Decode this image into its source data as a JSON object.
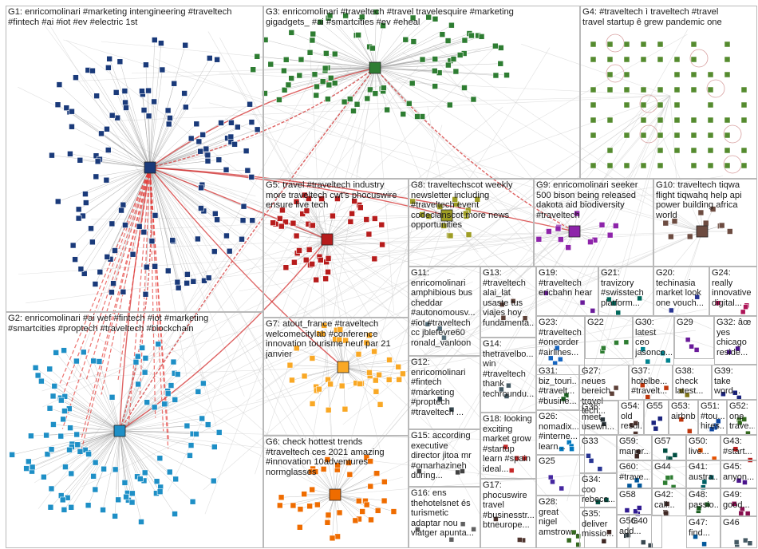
{
  "groups": [
    {
      "id": "g1",
      "label": "G1: enricomolinari #marketing intengineering #traveltech\n#fintech #ai #iot #ev #electric 1st",
      "color": "#1a3a7a"
    },
    {
      "id": "g2",
      "label": "G2: enricomolinari #ai wef #fintech #iot #marketing\n#smartcities #proptech #traveltech #blockchain",
      "color": "#1e8fc6"
    },
    {
      "id": "g3",
      "label": "G3: enricomolinari #traveltech #travel travelesquire #marketing\ngigadgets_ #ai #smartcities #ev #eheal",
      "color": "#2e7d32"
    },
    {
      "id": "g4",
      "label": "G4: #traveltech ì traveltech #travel\ntravel startup ê grew pandemic one",
      "color": "#558b2f"
    },
    {
      "id": "g5",
      "label": "G5: travel #traveltech industry\nmore traveltech cwt's phocuswire\nensure live tech",
      "color": "#b71c1c"
    },
    {
      "id": "g6",
      "label": "G6: check hottest trends\n#traveltech ces 2021 amazing\n#innovation 10adventures\nnormglasses",
      "color": "#ef6c00"
    },
    {
      "id": "g7",
      "label": "G7: atout_france #traveltech\nwelcomecitylab #conference\ninnovation tourisme neuf par 21\njanvier",
      "color": "#f9a825"
    },
    {
      "id": "g8",
      "label": "G8: traveltechscot weekly\nnewsletter including\n#traveltech event\ncodeclanscot more news\nopportunities",
      "color": "#9e9d24"
    },
    {
      "id": "g9",
      "label": "G9: enricomolinari seeker\n500 bison being released\ndakota aid biodiversity\n#traveltech",
      "color": "#8e24aa"
    },
    {
      "id": "g10",
      "label": "G10: traveltech tiqwa\nflight tiqwahq help api\npower building africa\nworld",
      "color": "#6d4c41"
    },
    {
      "id": "g11",
      "label": "G11:\nenricomolinari\namphibious bus\ncheddar\n#autonomousv...\n#iot #traveltech\ncc jblefevre60\nronald_vanloon",
      "color": "#546e7a"
    },
    {
      "id": "g12",
      "label": "G12:\nenricomolinari\n#fintech\n#marketing\n#proptech\n#traveltech ...",
      "color": "#37474f"
    },
    {
      "id": "g13",
      "label": "G13:\n#traveltech\nalai_lat\nusaste tus\nviajes hoy\nfundamenta...",
      "color": "#5d4037"
    },
    {
      "id": "g14",
      "label": "G14:\nthetravelbo...\nwin\n#traveltech\nthank\ntechroundu...",
      "color": "#455a64"
    },
    {
      "id": "g15",
      "label": "G15: according\nexecutive\ndirector jitoa mr\n#omarhazineh\nduring...",
      "color": "#424242"
    },
    {
      "id": "g16",
      "label": "G16: ens\nthehotelsnet és\nturismetic\nadaptar nou\nviatger apunta...",
      "color": "#616161"
    },
    {
      "id": "g17",
      "label": "G17:\nphocuswire\ntravel\n#businesstr...\nbtneurope...",
      "color": "#4e342e"
    },
    {
      "id": "g18",
      "label": "G18: looking\nexciting\nmarket grow\n#startup\nlearn #spain\nideal...",
      "color": "#c62828"
    },
    {
      "id": "g19",
      "label": "G19: #traveltech\nericbahn hear",
      "color": "#6a1b9a"
    },
    {
      "id": "g20",
      "label": "G20:\ntechinasia\nmarket look\none vouch...",
      "color": "#283593"
    },
    {
      "id": "g21",
      "label": "G21:\ntravizory\n#swisstech\nplatform...",
      "color": "#00695c"
    },
    {
      "id": "g22",
      "label": "G22",
      "color": "#2e7d32"
    },
    {
      "id": "g23",
      "label": "G23:\n#traveltech\n#oneorder\n#airlines...",
      "color": "#1565c0"
    },
    {
      "id": "g24",
      "label": "G24:\nreally\ninnovative\ndigital...",
      "color": "#ad1457"
    },
    {
      "id": "g25",
      "label": "G25",
      "color": "#4527a0"
    },
    {
      "id": "g26",
      "label": "G26:\nnomadix...\n#interne...\nlearn...",
      "color": "#0277bd"
    },
    {
      "id": "g27",
      "label": "G27: neues\nbereich\ntravel tech...",
      "color": "#5d4037"
    },
    {
      "id": "g28",
      "label": "G28:\ngreat\nnigel\namstrow...",
      "color": "#33691e"
    },
    {
      "id": "g29",
      "label": "G29",
      "color": "#6a1b9a"
    },
    {
      "id": "g30",
      "label": "G30:\nlatest\nceo\njasonco...",
      "color": "#00838f"
    },
    {
      "id": "g31",
      "label": "G31:\nbiz_touri...\n#travelt...\n#busine...",
      "color": "#1b5e20"
    },
    {
      "id": "g32",
      "label": "G32: âœ\nyes\nchicago\nreside...",
      "color": "#4a148c"
    },
    {
      "id": "g33",
      "label": "G33",
      "color": "#283593"
    },
    {
      "id": "g34",
      "label": "G34:\ncoo\nrebecc...",
      "color": "#004d40"
    },
    {
      "id": "g35",
      "label": "G35:\ndeliver\nmissio...",
      "color": "#3e2723"
    },
    {
      "id": "g36",
      "label": "G36:\nmeet\nusewh...",
      "color": "#263238"
    },
    {
      "id": "g37",
      "label": "G37:\nhotelbe...\n#travelt...",
      "color": "#bf360c"
    },
    {
      "id": "g38",
      "label": "G38:\ncheck\nlatest...",
      "color": "#827717"
    },
    {
      "id": "g39",
      "label": "G39:\ntake\nword...",
      "color": "#1a237e"
    },
    {
      "id": "g40",
      "label": "G40",
      "color": "#37474f"
    },
    {
      "id": "g41",
      "label": "G41:\naustra...",
      "color": "#006064"
    },
    {
      "id": "g42",
      "label": "G42:\ncall...",
      "color": "#3e2723"
    },
    {
      "id": "g43",
      "label": "G43:\n#start...",
      "color": "#b71c1c"
    },
    {
      "id": "g44",
      "label": "G44",
      "color": "#2e7d32"
    },
    {
      "id": "g45",
      "label": "G45:\nanyon...",
      "color": "#4a148c"
    },
    {
      "id": "g46",
      "label": "G46",
      "color": "#455a64"
    },
    {
      "id": "g47",
      "label": "G47:\nfind...",
      "color": "#01579b"
    },
    {
      "id": "g48",
      "label": "G48:\npassio...",
      "color": "#1b5e20"
    },
    {
      "id": "g49",
      "label": "G49:\ngood...",
      "color": "#880e4f"
    },
    {
      "id": "g50",
      "label": "G50:\nlive...",
      "color": "#e65100"
    },
    {
      "id": "g51",
      "label": "G51:\n#tou...\nhires...",
      "color": "#0d47a1"
    },
    {
      "id": "g52",
      "label": "G52:\none\ntrave...",
      "color": "#33691e"
    },
    {
      "id": "g53",
      "label": "G53:\nairbnb",
      "color": "#bf360c"
    },
    {
      "id": "g54",
      "label": "G54:\nold\nresul...",
      "color": "#4e342e"
    },
    {
      "id": "g55",
      "label": "G55",
      "color": "#1a237e"
    },
    {
      "id": "g56",
      "label": "G56:\nadd...",
      "color": "#263238"
    },
    {
      "id": "g57",
      "label": "G57",
      "color": "#004d40"
    },
    {
      "id": "g58",
      "label": "G58",
      "color": "#311b92"
    },
    {
      "id": "g59",
      "label": "G59:\nmaner...",
      "color": "#3e2723"
    },
    {
      "id": "g60",
      "label": "G60:\n#trave...",
      "color": "#01579b"
    }
  ]
}
